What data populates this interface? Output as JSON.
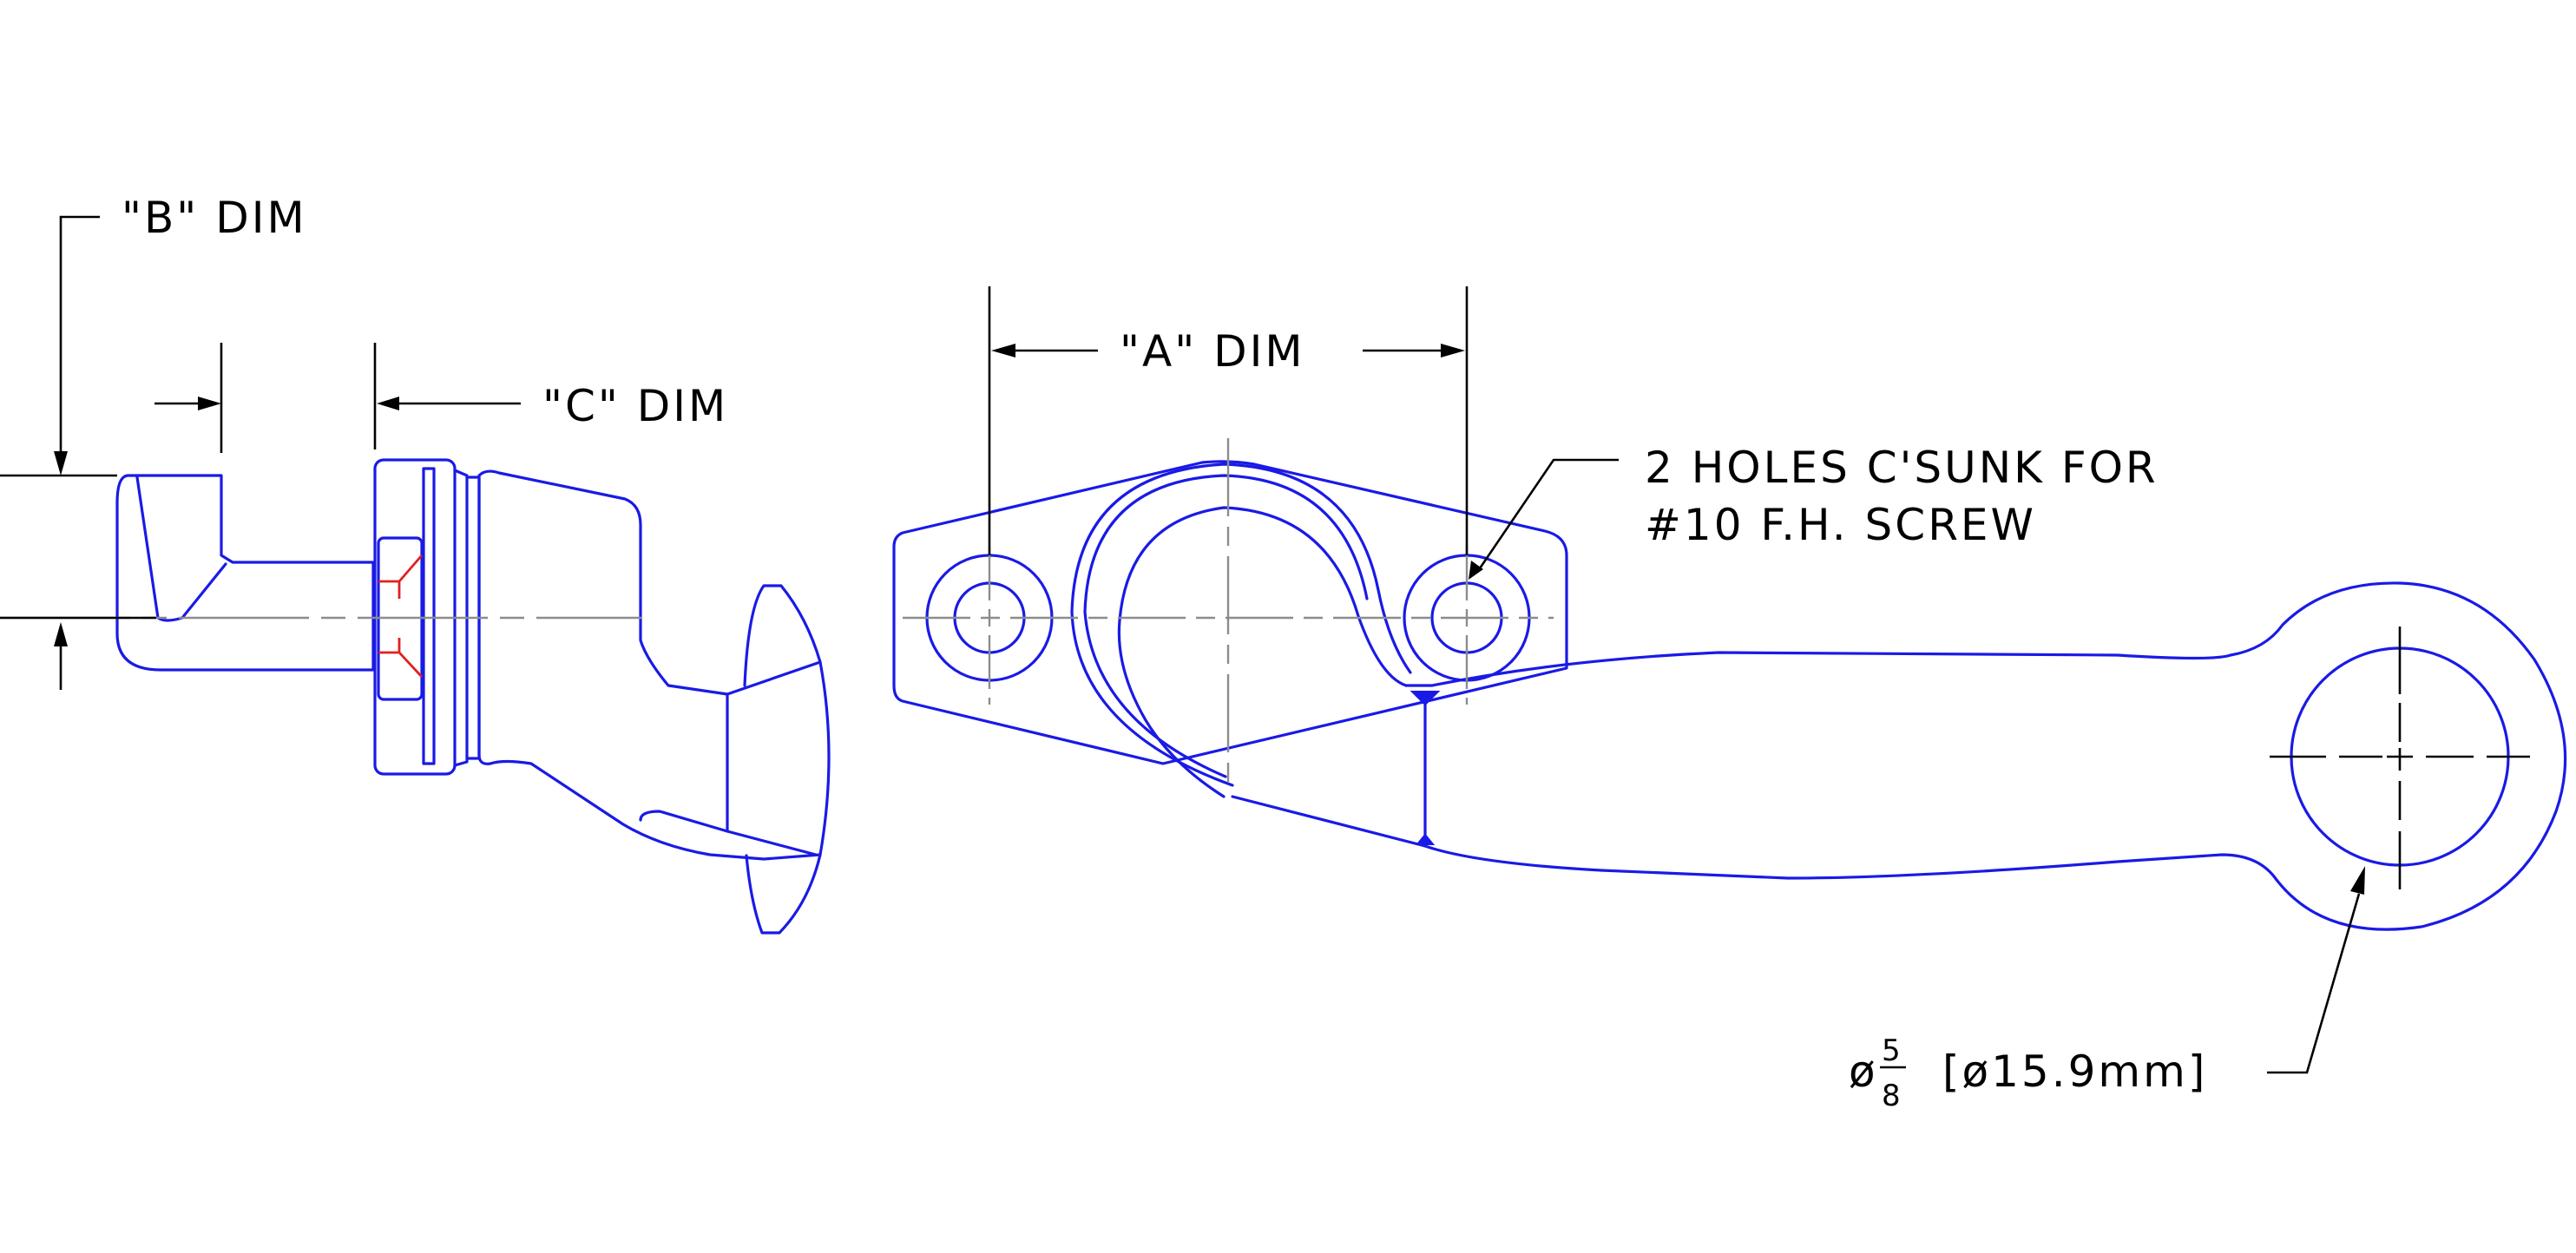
{
  "labels": {
    "dim_b": "\"B\" DIM",
    "dim_c": "\"C\" DIM",
    "dim_a": "\"A\" DIM",
    "holes_line1": "2 HOLES C'SUNK FOR",
    "holes_line2": "#10 F.H. SCREW",
    "diameter_symbol": "ø",
    "diameter_numerator": "5",
    "diameter_denominator": "8",
    "diameter_metric": "[ø15.9mm]"
  },
  "colors": {
    "part_outline": "#1a1ae6",
    "centerline": "#8c8c8c",
    "dimension": "#000000",
    "hidden_detail": "#e02020"
  }
}
